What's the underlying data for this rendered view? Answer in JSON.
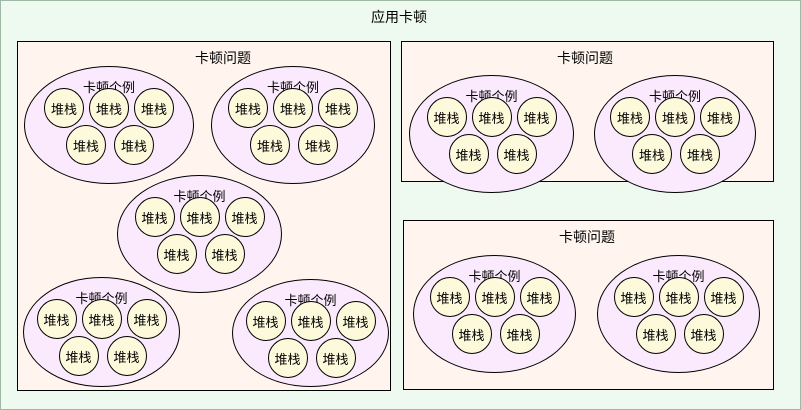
{
  "app_title": "应用卡顿",
  "problems": [
    {
      "title": "卡顿问题",
      "instances": [
        {
          "label": "卡顿个例",
          "stacks": [
            "堆栈",
            "堆栈",
            "堆栈",
            "堆栈",
            "堆栈"
          ]
        },
        {
          "label": "卡顿个例",
          "stacks": [
            "堆栈",
            "堆栈",
            "堆栈",
            "堆栈",
            "堆栈"
          ]
        },
        {
          "label": "卡顿个例",
          "stacks": [
            "堆栈",
            "堆栈",
            "堆栈",
            "堆栈",
            "堆栈"
          ]
        },
        {
          "label": "卡顿个例",
          "stacks": [
            "堆栈",
            "堆栈",
            "堆栈",
            "堆栈",
            "堆栈"
          ]
        },
        {
          "label": "卡顿个例",
          "stacks": [
            "堆栈",
            "堆栈",
            "堆栈",
            "堆栈",
            "堆栈"
          ]
        }
      ]
    },
    {
      "title": "卡顿问题",
      "instances": [
        {
          "label": "卡顿个例",
          "stacks": [
            "堆栈",
            "堆栈",
            "堆栈",
            "堆栈",
            "堆栈"
          ]
        },
        {
          "label": "卡顿个例",
          "stacks": [
            "堆栈",
            "堆栈",
            "堆栈",
            "堆栈",
            "堆栈"
          ]
        }
      ]
    },
    {
      "title": "卡顿问题",
      "instances": [
        {
          "label": "卡顿个例",
          "stacks": [
            "堆栈",
            "堆栈",
            "堆栈",
            "堆栈",
            "堆栈"
          ]
        },
        {
          "label": "卡顿个例",
          "stacks": [
            "堆栈",
            "堆栈",
            "堆栈",
            "堆栈",
            "堆栈"
          ]
        }
      ]
    }
  ]
}
